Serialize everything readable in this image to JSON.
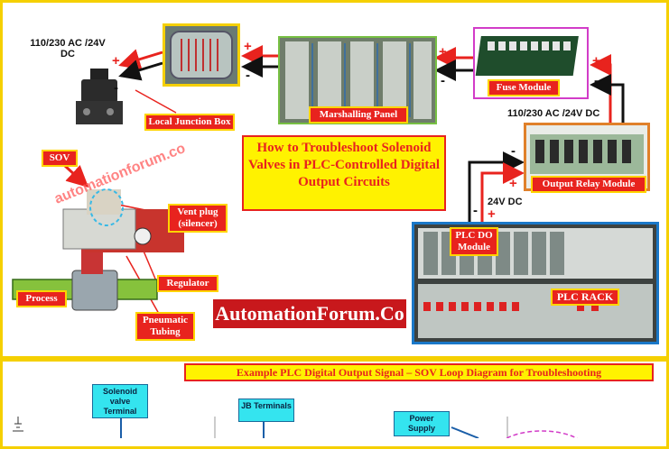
{
  "title": "How to Troubleshoot Solenoid Valves in PLC-Controlled Digital Output Circuits",
  "brand": "AutomationForum.Co",
  "watermark": "automationforum.co",
  "supply_left": "110/230 AC /24V DC",
  "supply_right": "110/230 AC /24V DC",
  "supply_dc": "24V DC",
  "labels": {
    "sov": "SOV",
    "local_jb": "Local Junction Box",
    "marshalling": "Marshalling Panel",
    "fuse_module": "Fuse Module",
    "output_relay": "Output Relay Module",
    "plc_do": "PLC DO Module",
    "plc_rack": "PLC RACK",
    "vent_plug": "Vent plug (silencer)",
    "regulator": "Regulator",
    "pneumatic_tubing": "Pneumatic Tubing",
    "process": "Process"
  },
  "signs": {
    "plus": "+",
    "minus": "-"
  },
  "loop": {
    "title": "Example PLC Digital Output Signal – SOV Loop Diagram for Troubleshooting",
    "solenoid_terminal": "Solenoid valve Terminal",
    "jb_terminals": "JB Terminals",
    "power_supply": "Power Supply"
  },
  "colors": {
    "red": "#e8231e",
    "yellow": "#fff200",
    "frame": "#f5d000",
    "brand_red": "#c8181c",
    "cyan": "#34e4ef"
  }
}
